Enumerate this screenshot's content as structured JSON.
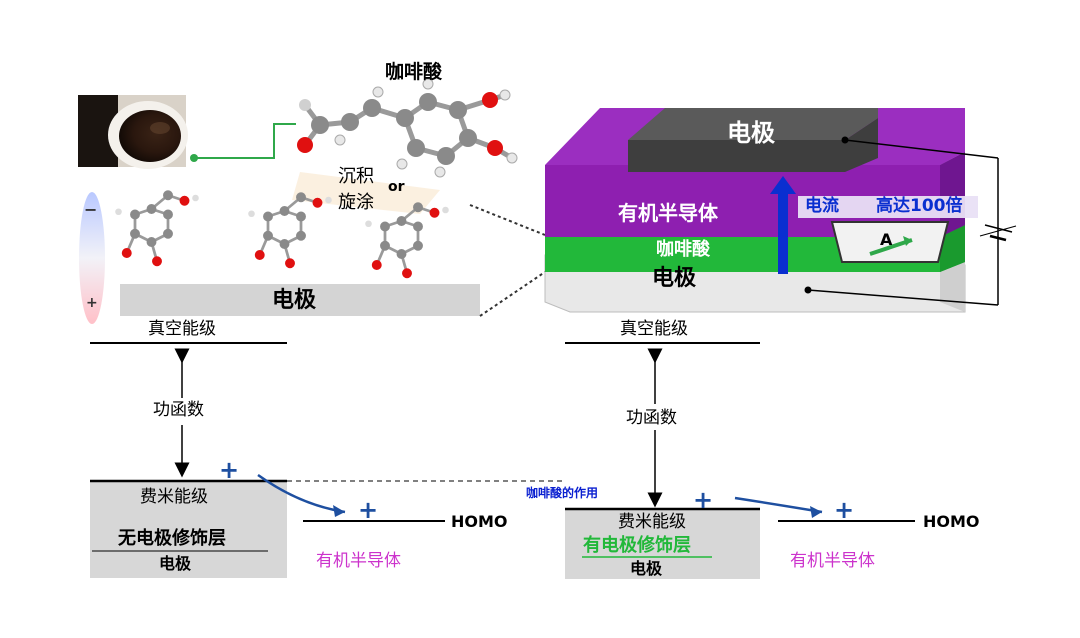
{
  "molecule": {
    "title": "咖啡酸"
  },
  "deposit": {
    "line1": "沉积",
    "or": "or",
    "line2": "旋涂"
  },
  "charge": {
    "minus": "−",
    "plus": "+"
  },
  "left_electrode": {
    "label": "电极"
  },
  "device": {
    "top_electrode": "电极",
    "organic_layer": "有机半导体",
    "caffeic_layer": "咖啡酸",
    "bottom_electrode": "电极",
    "current_label": "电流",
    "current_gain": "高达100倍",
    "ammeter": "A"
  },
  "left_diagram": {
    "vacuum": "真空能级",
    "work_function": "功函数",
    "fermi": "费米能级",
    "caption": "无电极修饰层",
    "electrode": "电极",
    "homo": "HOMO",
    "semiconductor": "有机半导体",
    "plus": "+"
  },
  "right_diagram": {
    "vacuum": "真空能级",
    "work_function": "功函数",
    "role": "咖啡酸的作用",
    "fermi": "费米能级",
    "caption": "有电极修饰层",
    "electrode": "电极",
    "homo": "HOMO",
    "semiconductor": "有机半导体",
    "plus": "+"
  },
  "colors": {
    "purple": "#8e1fb0",
    "green": "#22b83a",
    "magenta": "#cc33cc",
    "arrow_blue": "#1e4fa0",
    "current_blue": "#0a2fd0"
  }
}
